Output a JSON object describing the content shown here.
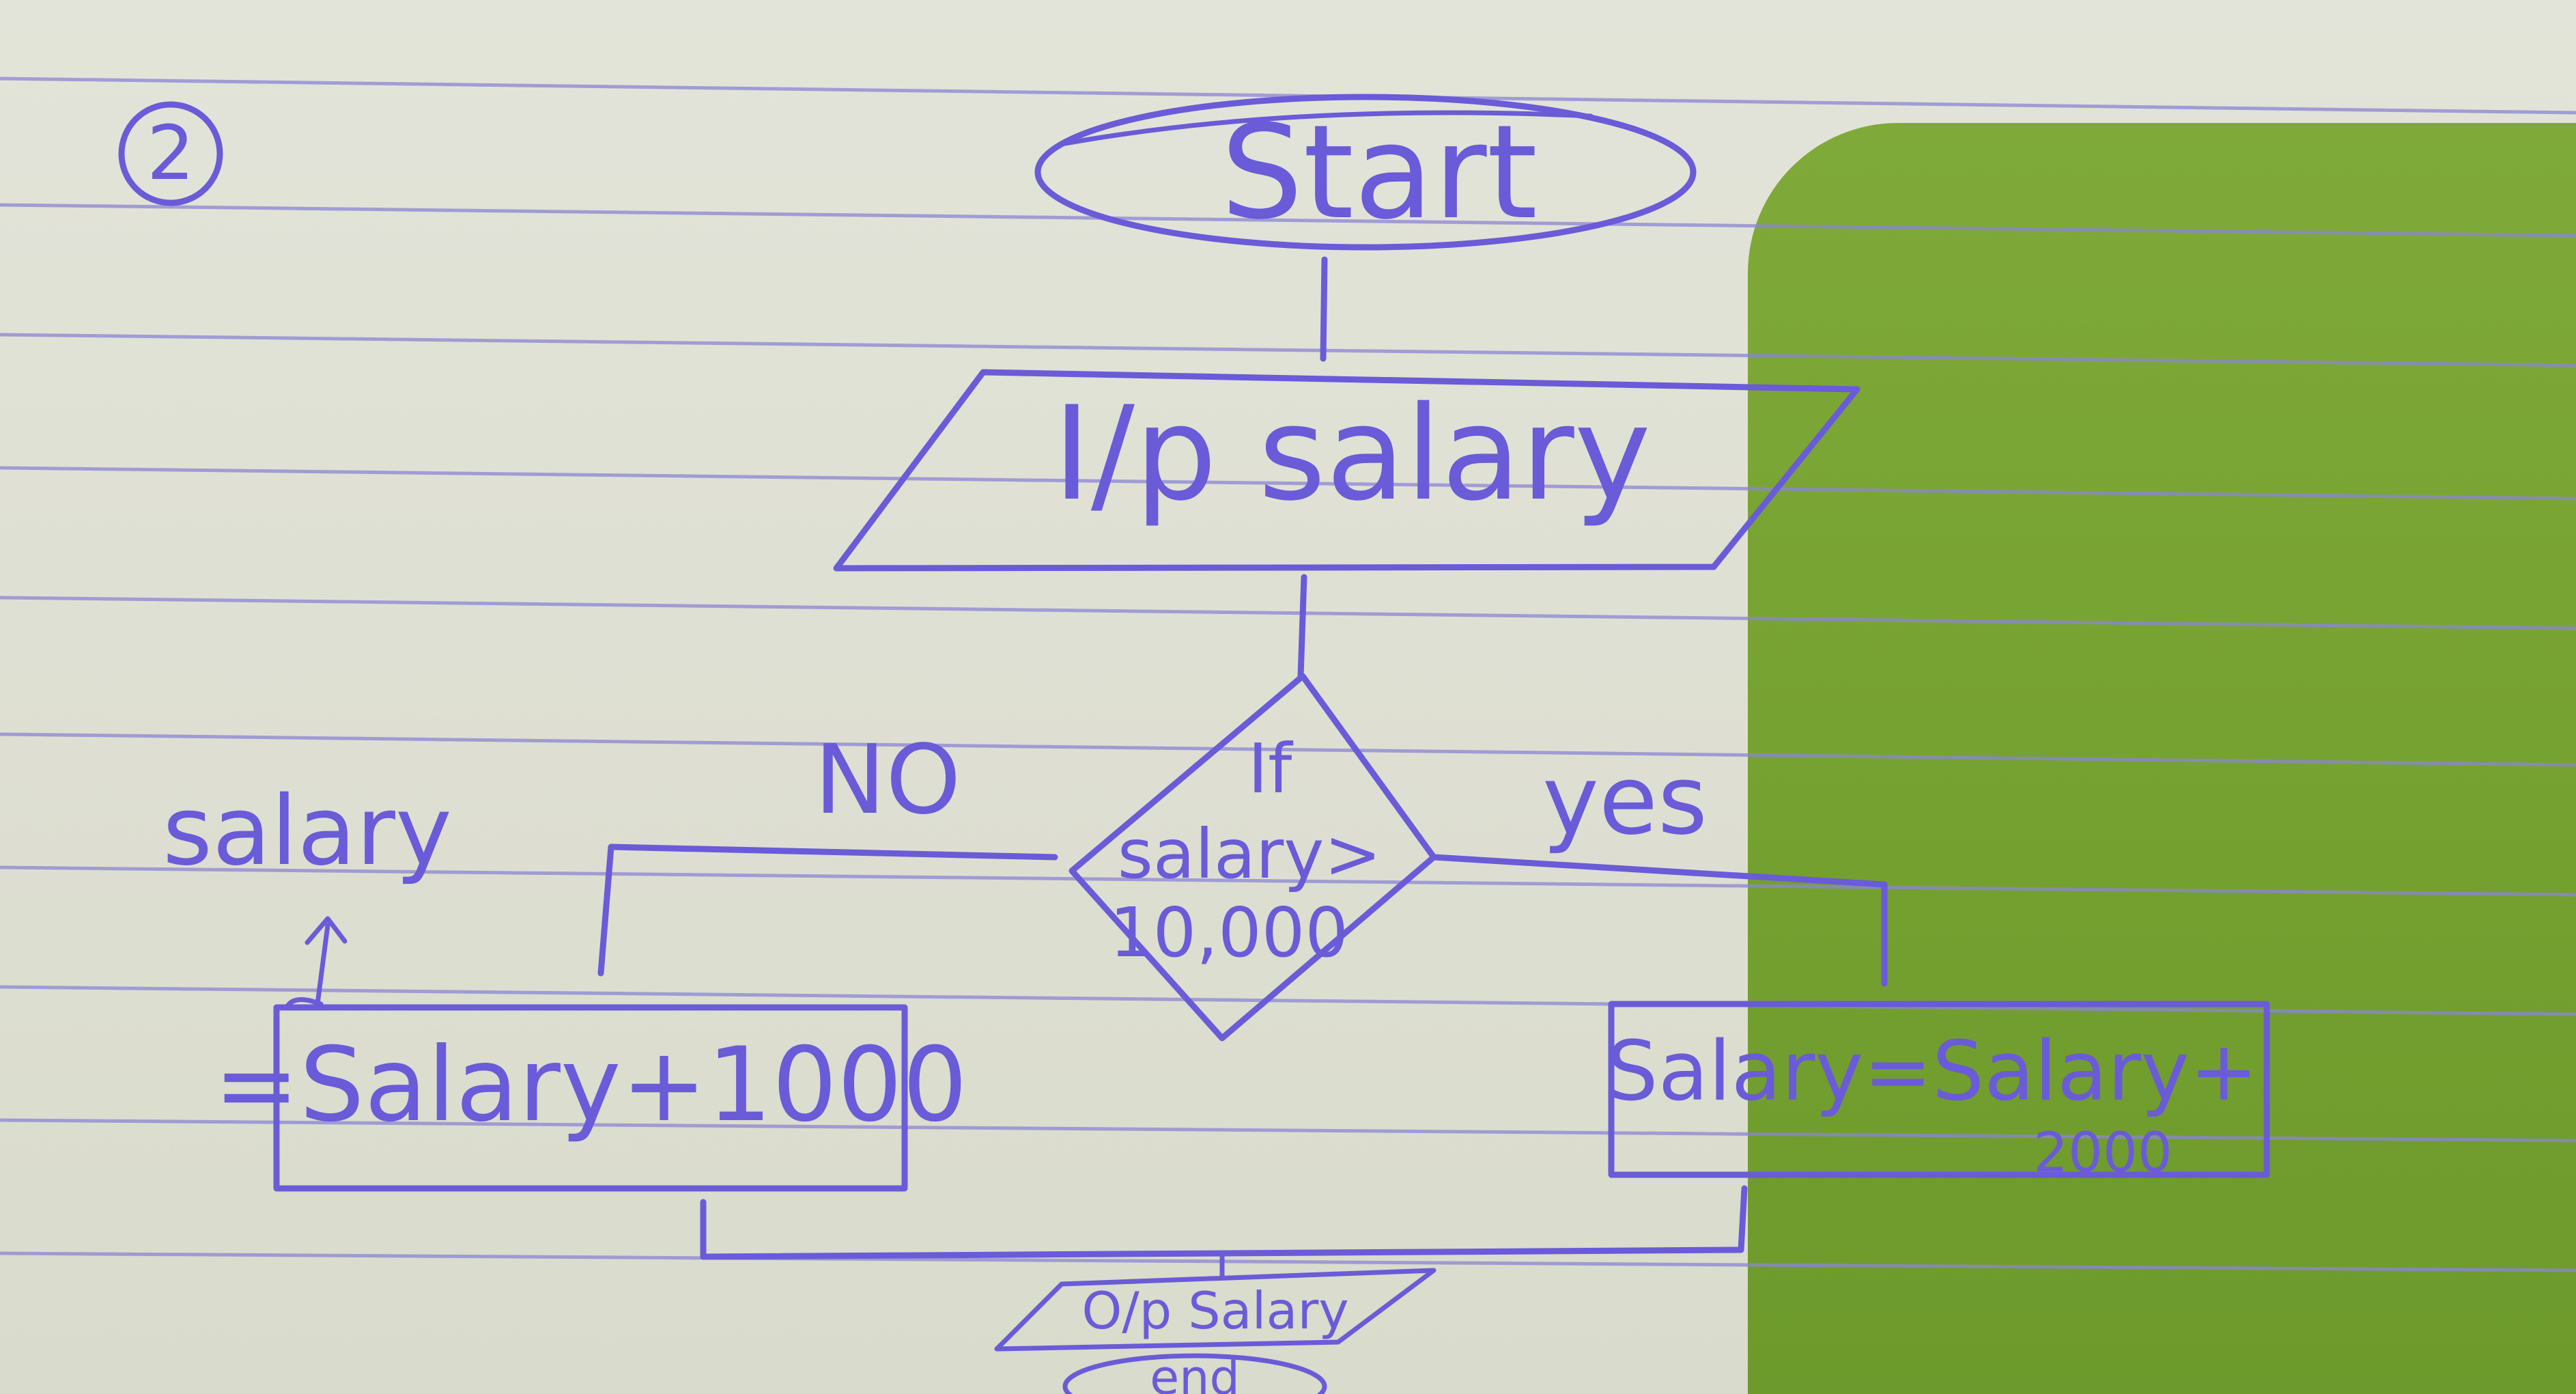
{
  "problem_number": "2",
  "nodes": {
    "start": "Start",
    "input": "I/p salary",
    "decision": {
      "line1": "If",
      "line2": "salary>",
      "line3": "10,000"
    },
    "no_branch": {
      "label": "NO",
      "process": "=Salary+1000",
      "assignee": "salary"
    },
    "yes_branch": {
      "label": "yes",
      "process": "Salary=Salary+",
      "process_cont": "2000"
    },
    "output": "O/p Salary",
    "end": "end"
  },
  "colors": {
    "ink": "#6a5bd8",
    "paper": "#dedfd3",
    "rule_line": "#8a84d6",
    "shadow": "#74a030"
  }
}
